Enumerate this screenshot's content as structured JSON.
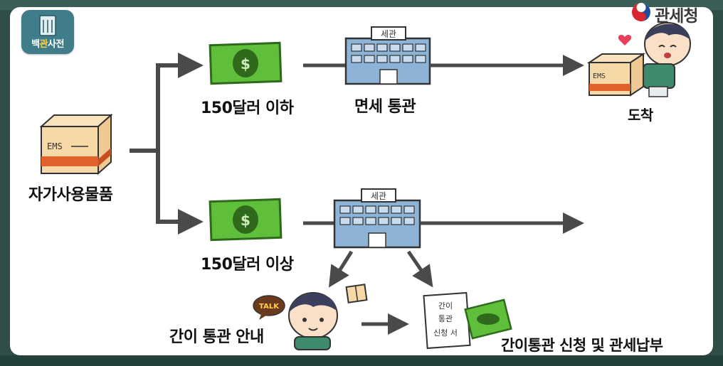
{
  "logo": {
    "text_pre": "백",
    "text_accent": "관",
    "text_post": "사전",
    "icon": "book-icon"
  },
  "brand": {
    "name": "관세청",
    "icon": "taegeuk-emblem"
  },
  "diagram": {
    "source_label": "자가사용물품",
    "box_label": "EMS",
    "upper": {
      "condition": "150달러 이하",
      "process": "면세 통관",
      "result": "도착",
      "building_sign": "세관"
    },
    "lower": {
      "condition": "150달러 이상",
      "building_sign": "세관",
      "guidance": "간이 통관 안내",
      "talk_bubble": "TALK",
      "form_lines": [
        "간이",
        "통관",
        "신청 서"
      ],
      "final_step": "간이통관 신청 및 관세납부"
    },
    "colors": {
      "money": "#5fbf3a",
      "building": "#8db4d6",
      "box": "#f7d9a8",
      "box_stripe": "#e0622a",
      "arrow": "#4a4a4a"
    }
  }
}
